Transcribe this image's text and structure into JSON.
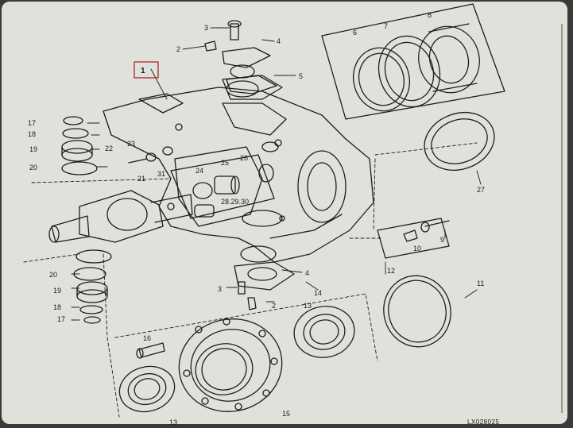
{
  "diagram": {
    "boxed_callout": "1",
    "reference_code": "LX028025",
    "callouts": [
      "3",
      "2",
      "4",
      "5",
      "6",
      "7",
      "8",
      "17",
      "18",
      "19",
      "20",
      "22",
      "23",
      "21",
      "31",
      "24",
      "25",
      "26",
      "28.29.30",
      "27",
      "10",
      "9",
      "12",
      "11",
      "20",
      "19",
      "18",
      "17",
      "4",
      "3",
      "14",
      "2",
      "16",
      "13",
      "13",
      "15"
    ]
  },
  "colors": {
    "paper": "#dfe2db",
    "ink": "#1d1d1d",
    "frame_dark": "#1a1a1a",
    "boxed_callout_border": "#b0262a"
  }
}
